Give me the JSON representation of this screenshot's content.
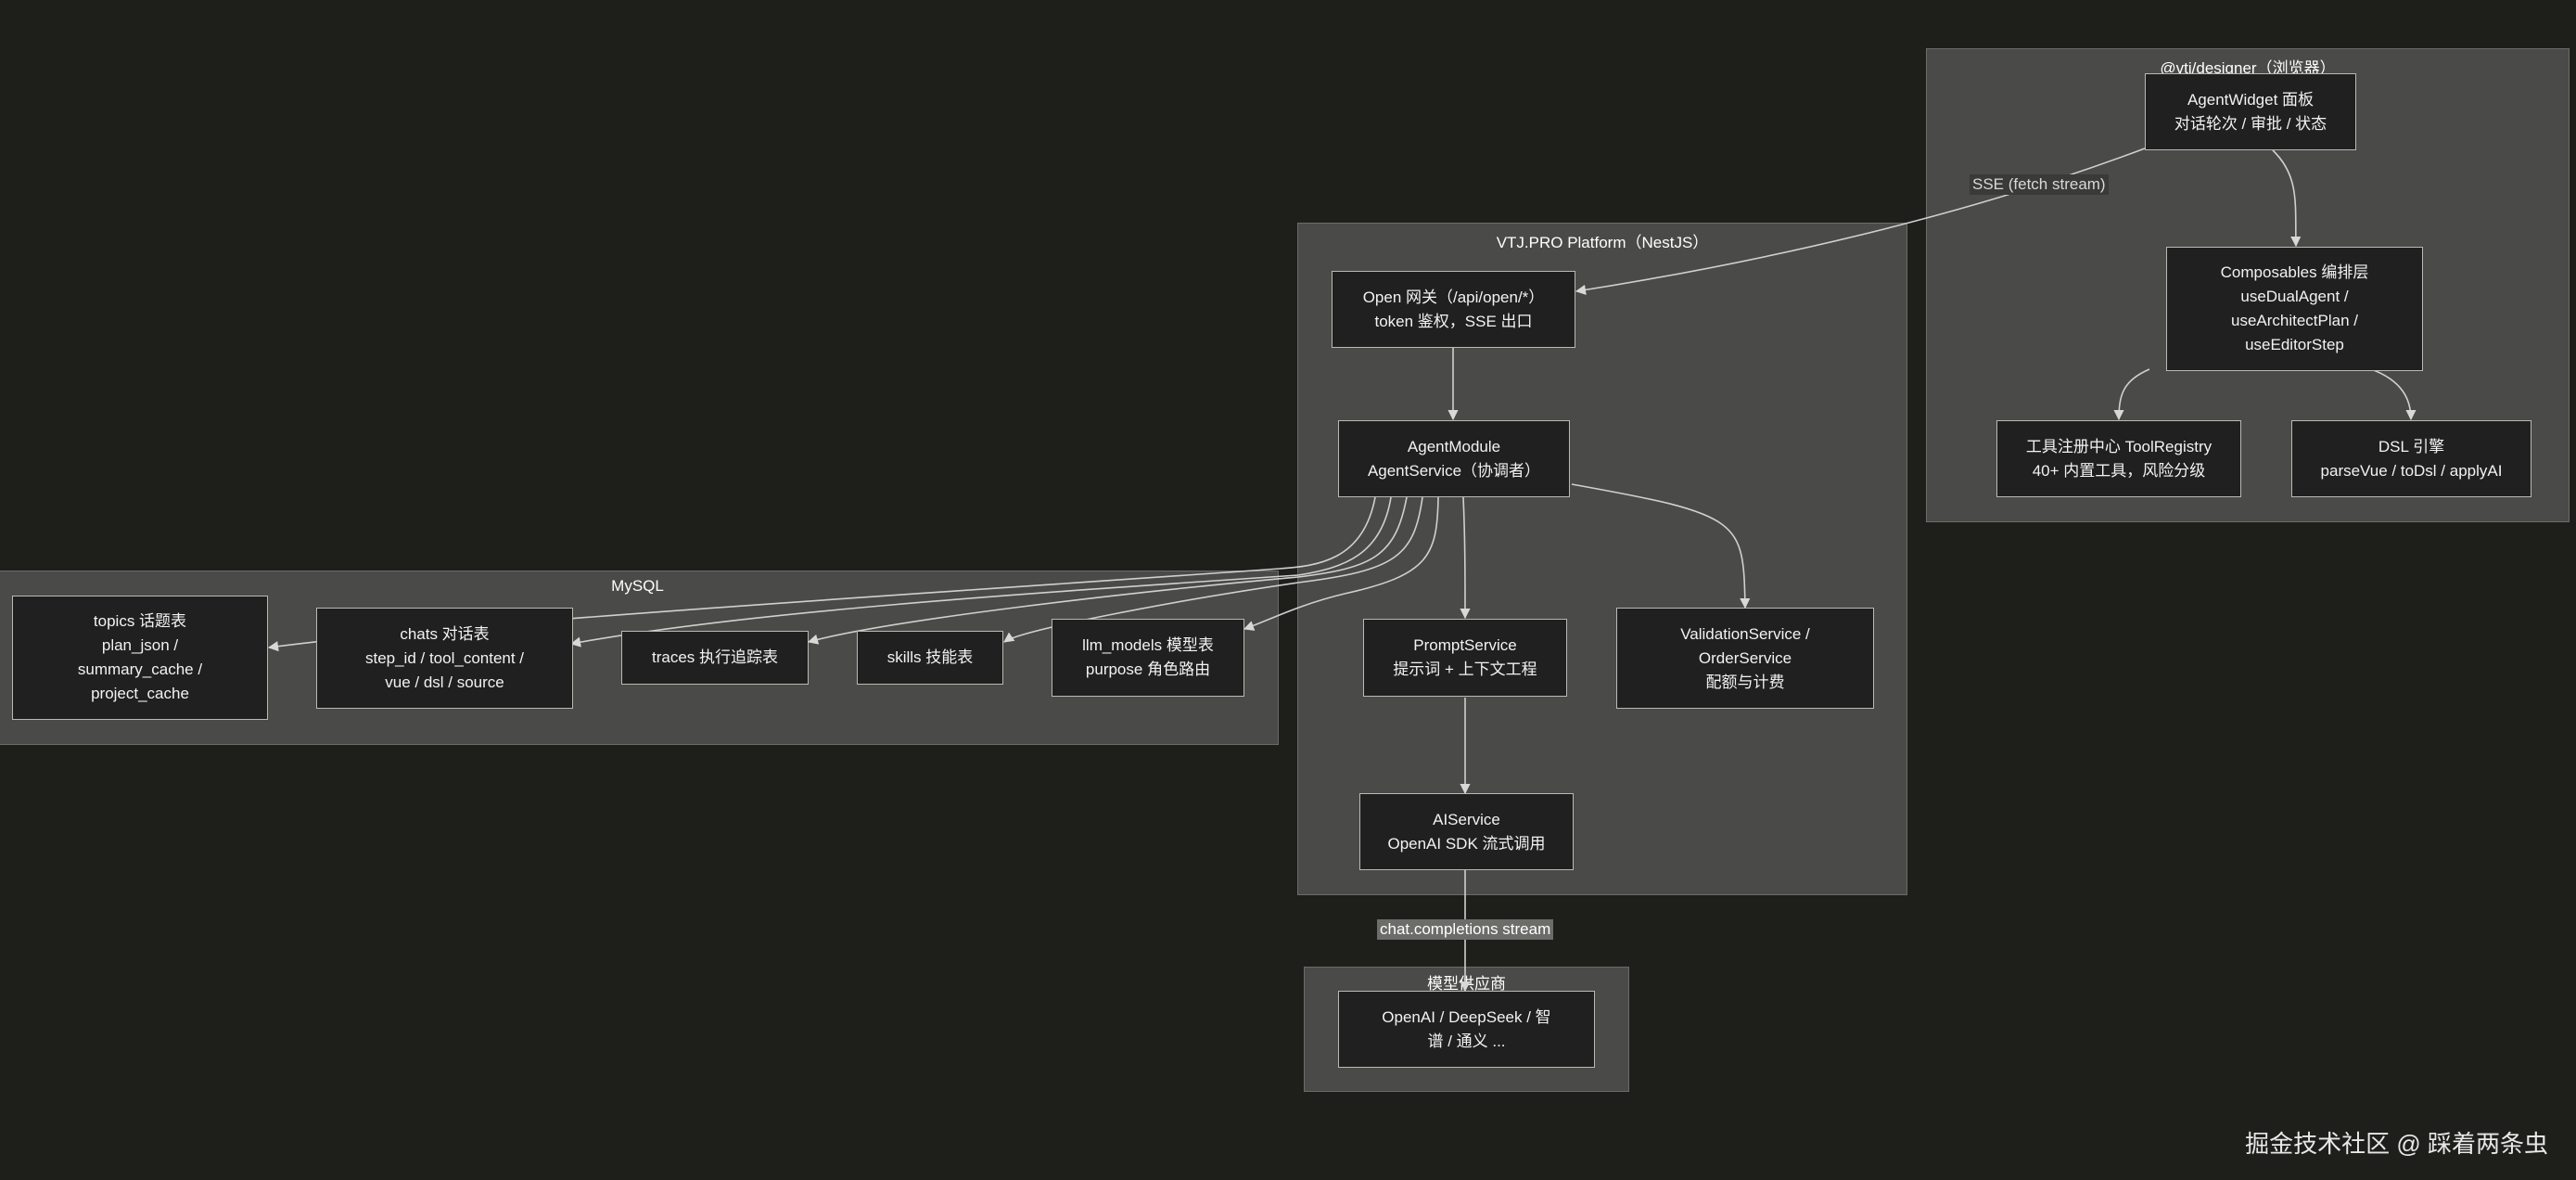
{
  "clusters": {
    "designer": "@vtj/designer（浏览器）",
    "platform": "VTJ.PRO Platform（NestJS）",
    "mysql": "MySQL",
    "provider": "模型供应商"
  },
  "nodes": {
    "agent_widget": [
      "AgentWidget 面板",
      "对话轮次 / 审批 / 状态"
    ],
    "composables": [
      "Composables 编排层",
      "useDualAgent /",
      "useArchitectPlan /",
      "useEditorStep"
    ],
    "tool_registry": [
      "工具注册中心 ToolRegistry",
      "40+ 内置工具，风险分级"
    ],
    "dsl_engine": [
      "DSL 引擎",
      "parseVue / toDsl / applyAI"
    ],
    "open_gateway": [
      "Open 网关（/api/open/*）",
      "token 鉴权，SSE 出口"
    ],
    "agent_module": [
      "AgentModule",
      "AgentService（协调者）"
    ],
    "prompt_service": [
      "PromptService",
      "提示词 + 上下文工程"
    ],
    "validation_service": [
      "ValidationService /",
      "OrderService",
      "配额与计费"
    ],
    "ai_service": [
      "AIService",
      "OpenAI SDK 流式调用"
    ],
    "topics": [
      "topics 话题表",
      "plan_json /",
      "summary_cache /",
      "project_cache"
    ],
    "chats": [
      "chats 对话表",
      "step_id / tool_content /",
      "vue / dsl / source"
    ],
    "traces": [
      "traces 执行追踪表"
    ],
    "skills": [
      "skills 技能表"
    ],
    "llm_models": [
      "llm_models 模型表",
      "purpose 角色路由"
    ],
    "providers": [
      "OpenAI / DeepSeek / 智",
      "谱 / 通义 ..."
    ]
  },
  "edge_labels": {
    "sse": "SSE (fetch stream)",
    "completions": "chat.completions stream"
  },
  "watermark": "掘金技术社区 @ 踩着两条虫"
}
